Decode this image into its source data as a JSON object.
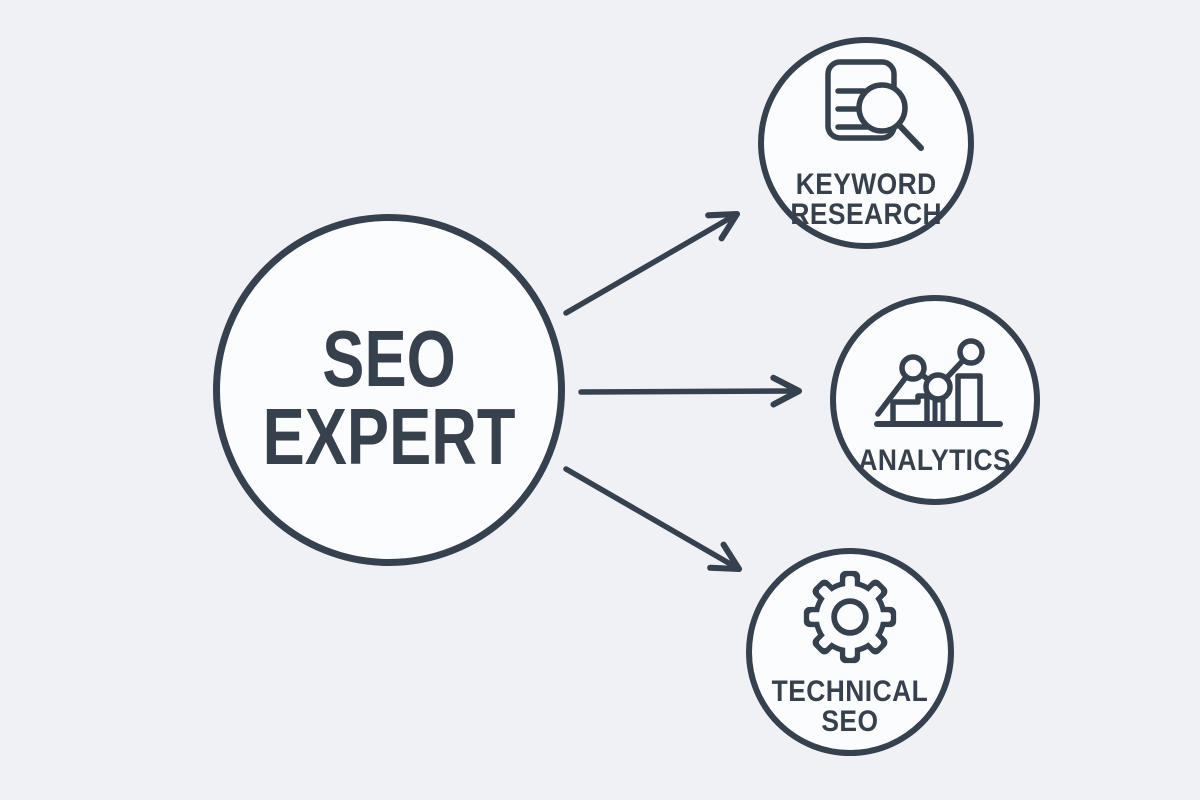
{
  "diagram": {
    "center_node": {
      "id": "seo-expert",
      "line1": "SEO",
      "line2": "EXPERT"
    },
    "nodes": [
      {
        "id": "keyword-research",
        "icon": "document-search-icon",
        "line1": "KEYWORD",
        "line2": "RESEARCH"
      },
      {
        "id": "analytics",
        "icon": "bar-chart-trend-icon",
        "line1": "ANALYTICS",
        "line2": ""
      },
      {
        "id": "technical-seo",
        "icon": "gear-icon",
        "line1": "TECHNICAL",
        "line2": "SEO"
      }
    ],
    "connectors": [
      {
        "from": "seo-expert",
        "to": "keyword-research"
      },
      {
        "from": "seo-expert",
        "to": "analytics"
      },
      {
        "from": "seo-expert",
        "to": "technical-seo"
      }
    ],
    "colors": {
      "background": "#f0f1f4",
      "node_fill": "#fbfcfd",
      "stroke": "#35414e",
      "text": "#37414d"
    }
  }
}
